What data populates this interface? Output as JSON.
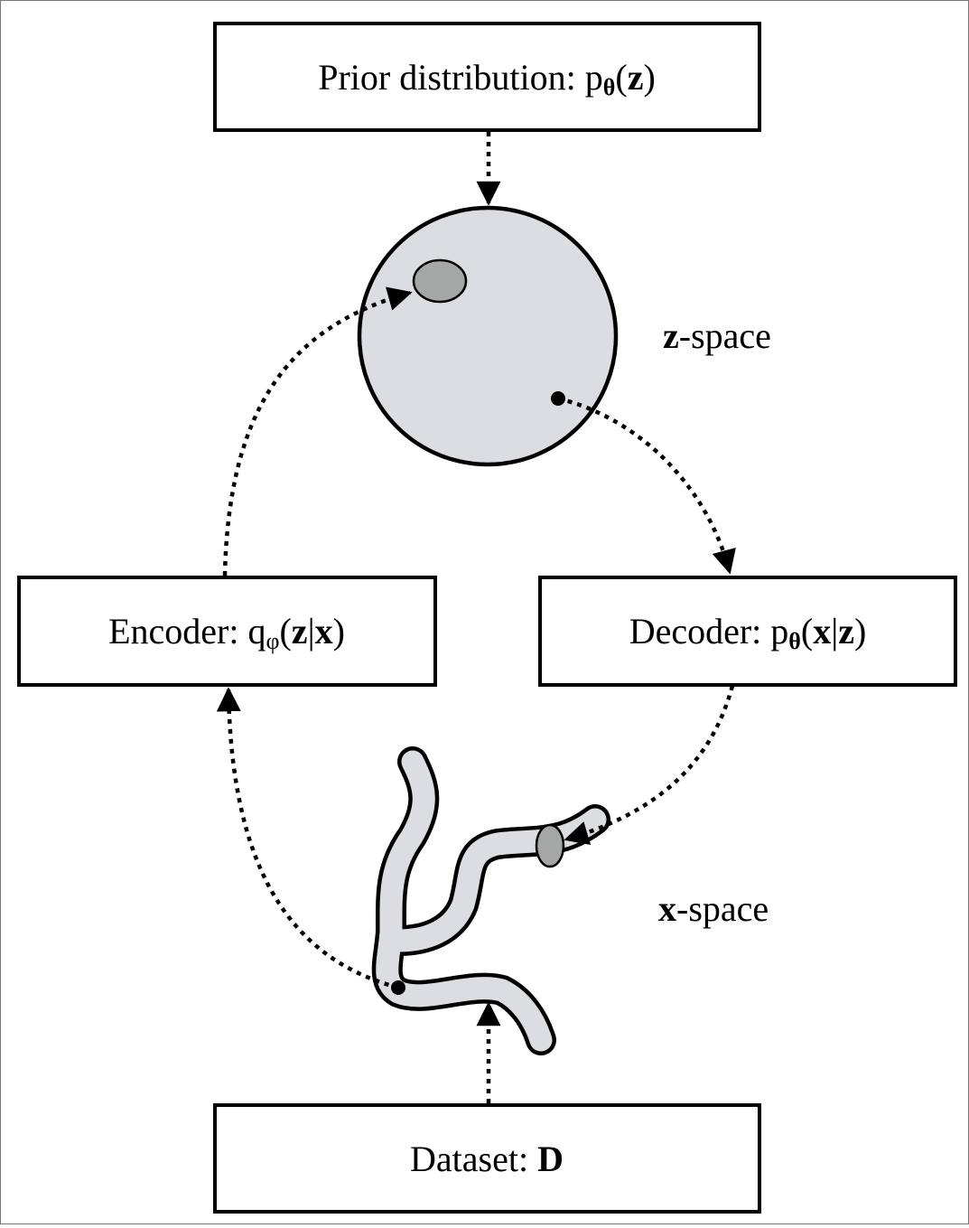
{
  "prior": {
    "prefix": "Prior distribution: p",
    "sub": "θ",
    "open": "(",
    "var": "z",
    "close": ")"
  },
  "encoder": {
    "prefix": "Encoder: q",
    "sub": "φ",
    "open": "(",
    "v1": "z",
    "bar": "|",
    "v2": "x",
    "close": ")"
  },
  "decoder": {
    "prefix": "Decoder: p",
    "sub": "θ",
    "open": "(",
    "v1": "x",
    "bar": "|",
    "v2": "z",
    "close": ")"
  },
  "dataset": {
    "prefix": "Dataset: ",
    "var": "D"
  },
  "zspace": {
    "var": "z",
    "suffix": "-space"
  },
  "xspace": {
    "var": "x",
    "suffix": "-space"
  },
  "colors": {
    "space_fill": "#dcdde0",
    "region_fill": "#a5a7a6",
    "stroke": "#000000"
  }
}
